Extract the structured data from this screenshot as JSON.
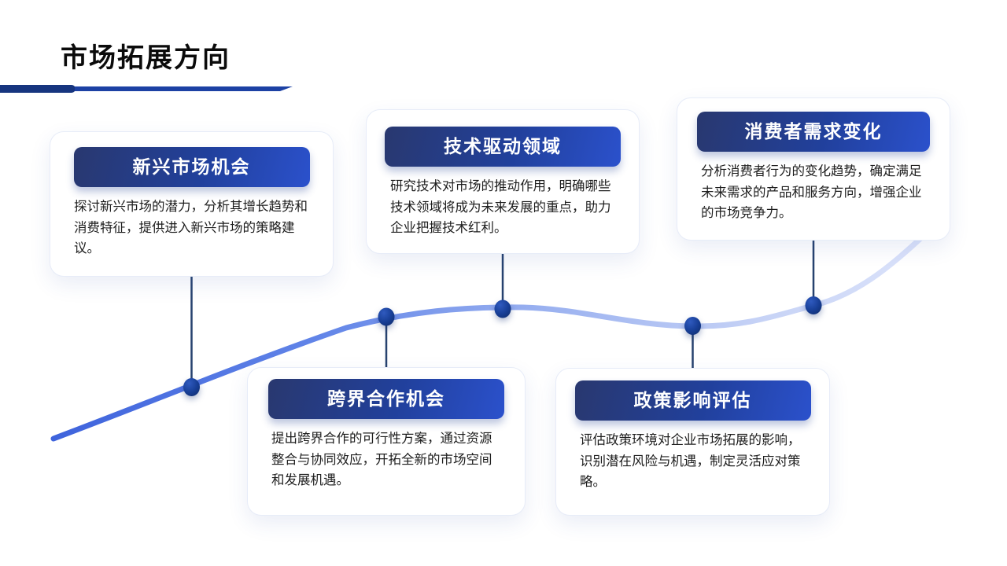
{
  "slide": {
    "title": "市场拓展方向"
  },
  "cards": [
    {
      "id": "emerging-market-opportunity",
      "title": "新兴市场机会",
      "body": "探讨新兴市场的潜力，分析其增长趋势和消费特征，提供进入新兴市场的策略建议。",
      "row": "top"
    },
    {
      "id": "technology-driven-field",
      "title": "技术驱动领域",
      "body": "研究技术对市场的推动作用，明确哪些技术领域将成为未来发展的重点，助力企业把握技术红利。",
      "row": "top"
    },
    {
      "id": "consumer-demand-change",
      "title": "消费者需求变化",
      "body": "分析消费者行为的变化趋势，确定满足未来需求的产品和服务方向，增强企业的市场竞争力。",
      "row": "top"
    },
    {
      "id": "cross-industry-cooperation",
      "title": "跨界合作机会",
      "body": "提出跨界合作的可行性方案，通过资源整合与协同效应，开拓全新的市场空间和发展机遇。",
      "row": "bottom"
    },
    {
      "id": "policy-impact-assessment",
      "title": "政策影响评估",
      "body": "评估政策环境对企业市场拓展的影响，识别潜在风险与机遇，制定灵活应对策略。",
      "row": "bottom"
    }
  ],
  "timeline": {
    "node_count": 5,
    "node_order": [
      "新兴市场机会",
      "跨界合作机会",
      "技术驱动领域",
      "政策影响评估",
      "消费者需求变化"
    ]
  },
  "colors": {
    "title_text": "#0b0b0b",
    "title_bar_thick": "#16357f",
    "title_bar_thin": "#1c41a4",
    "header_gradient_start": "#29386f",
    "header_gradient_end": "#2b51cc",
    "header_text": "#ffffff",
    "body_text": "#1d1d1d",
    "curve_start": "#3e63dc",
    "curve_end": "#dee5fb",
    "node_fill": "#173e95",
    "connector_line": "#27426f",
    "card_background": "#ffffff",
    "card_border": "#e7ecf8"
  }
}
